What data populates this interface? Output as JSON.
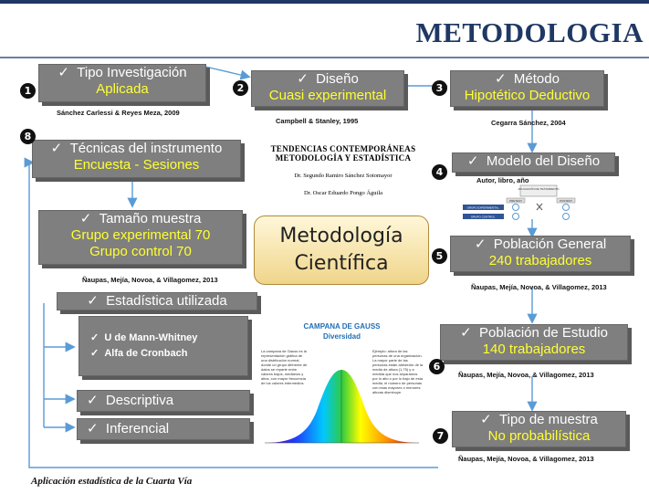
{
  "title": "METODOLOGIA",
  "steps": {
    "tipo": {
      "num": "1",
      "l1": "Tipo Investigación",
      "l2": "Aplicada",
      "cite": "Sánchez Carlessi & Reyes Meza, 2009"
    },
    "diseno": {
      "num": "2",
      "l1": "Diseño",
      "l2": "Cuasi experimental",
      "cite": "Campbell & Stanley, 1995"
    },
    "metodo": {
      "num": "3",
      "l1": "Método",
      "l2": "Hipotético Deductivo",
      "cite": "Cegarra Sánchez, 2004"
    },
    "modelo": {
      "num": "4",
      "l1": "Modelo del Diseño",
      "cite": "Autor, libro, año"
    },
    "poblacion": {
      "num": "5",
      "l1": "Población General",
      "l2": "240 trabajadores",
      "cite": "Ñaupas, Mejía, Novoa, & Villagomez, 2013"
    },
    "estudio": {
      "num": "6",
      "l1": "Población de Estudio",
      "l2": "140 trabajadores",
      "cite": "Ñaupas, Mejía, Novoa, & Villagomez, 2013"
    },
    "muestra": {
      "num": "7",
      "l1": "Tipo de muestra",
      "l2": "No probabilística",
      "cite": "Ñaupas, Mejía, Novoa, & Villagomez, 2013"
    },
    "tecnicas": {
      "num": "8",
      "l1": "Técnicas del instrumento",
      "l2": "Encuesta - Sesiones"
    }
  },
  "tamano": {
    "l1": "Tamaño muestra",
    "l2": "Grupo experimental 70",
    "l3": "Grupo control 70",
    "cite": "Ñaupas, Mejía, Novoa, & Villagomez, 2013"
  },
  "estadistica": {
    "label": "Estadística utilizada",
    "tests": [
      "U de Mann-Whitney",
      "Alfa de Cronbach"
    ],
    "descriptiva": "Descriptiva",
    "inferencial": "Inferencial"
  },
  "book": {
    "title_l1": "TENDENCIAS CONTEMPORÁNEAS",
    "title_l2": "METODOLOGÍA Y ESTADÍSTICA",
    "author1": "Dr. Segundo Ramiro Sánchez Sotomayor",
    "author2": "Dr. Oscar Eduardo Pongo Águila"
  },
  "center": {
    "l1": "Metodología",
    "l2": "Científica"
  },
  "model_diagram": {
    "top": "APLICACIÓN DE TRATAMIENTO",
    "col1": "PRETEST",
    "col2": "POSTEST",
    "row1": "GRUPO EXPERIMENTAL",
    "row2": "GRUPO CONTROL"
  },
  "gauss": {
    "title": "CAMPANA DE GAUSS",
    "subtitle": "Diversidad",
    "left_text": "La campana de Gauss es la representación gráfica de una distribución normal, donde un grupo diferente de datos se reparte entre valores bajos, medianos y altos, con mayor frecuencia de los valores intermedios.",
    "right_text": "Ejemplo: altura de las personas de una organización. La mayor parte de las personas están alrededor de la media de altura (1,75) y a medida que nos separamos por lo alto o por lo bajo de esta media, el número de personas con esas mayores o menores alturas disminuye."
  },
  "footer": "Aplicación estadística de la Cuarta Vía",
  "colors": {
    "box": "#7f7f7f",
    "highlight": "#ffff33",
    "title": "#1f3864",
    "arrow": "#5b9bd5"
  }
}
